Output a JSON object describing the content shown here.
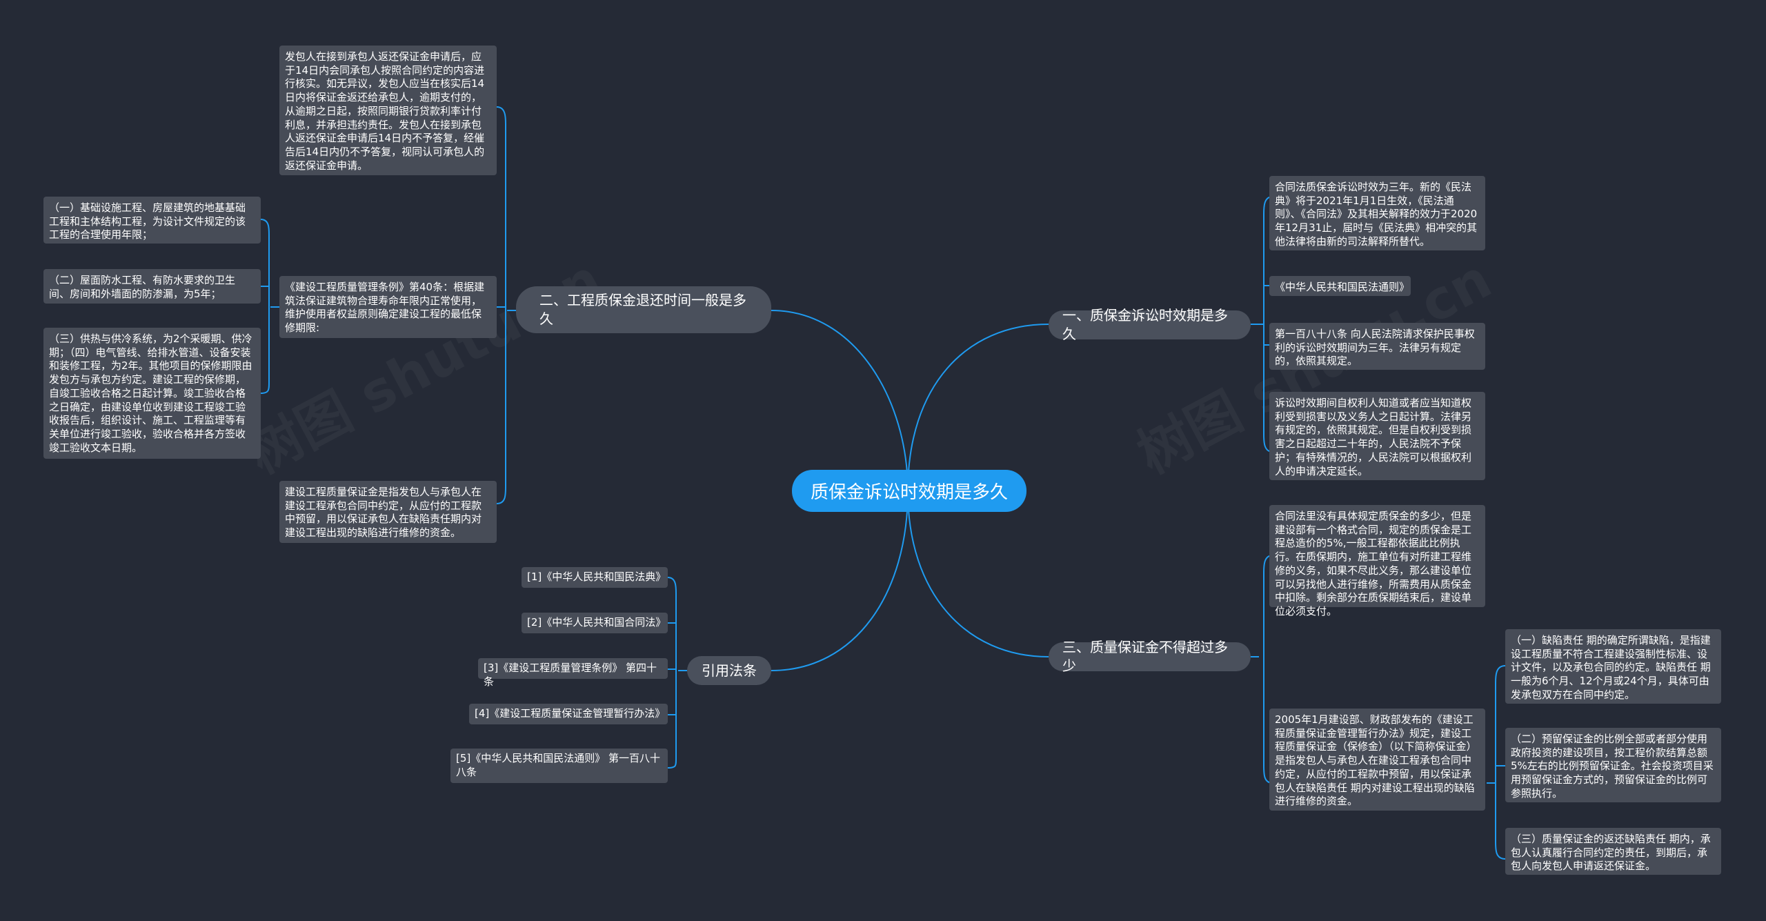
{
  "root": {
    "label": "质保金诉讼时效期是多久"
  },
  "branches": {
    "b1": {
      "label": "一、质保金诉讼时效期是多久",
      "items": [
        "合同法质保金诉讼时效为三年。新的《民法典》将于2021年1月1日生效，《民法通则》、《合同法》及其相关解释的效力于2020年12月31止，届时与《民法典》相冲突的其他法律将由新的司法解释所替代。",
        "《中华人民共和国民法通则》",
        "第一百八十八条 向人民法院请求保护民事权利的诉讼时效期间为三年。法律另有规定的，依照其规定。",
        "诉讼时效期间自权利人知道或者应当知道权利受到损害以及义务人之日起计算。法律另有规定的，依照其规定。但是自权利受到损害之日起超过二十年的，人民法院不予保护；有特殊情况的，人民法院可以根据权利人的申请决定延长。"
      ]
    },
    "b2": {
      "label": "二、工程质保金退还时间一般是多久",
      "items": [
        "发包人在接到承包人返还保证金申请后，应于14日内会同承包人按照合同约定的内容进行核实。如无异议，发包人应当在核实后14日内将保证金返还给承包人，逾期支付的，从逾期之日起，按照同期银行贷款利率计付利息，并承担违约责任。发包人在接到承包人返还保证金申请后14日内不予答复，经催告后14日内仍不予答复，视同认可承包人的返还保证金申请。",
        "《建设工程质量管理条例》第40条：根据建筑法保证建筑物合理寿命年限内正常使用，维护使用者权益原则确定建设工程的最低保修期限:",
        "建设工程质量保证金是指发包人与承包人在建设工程承包合同中约定，从应付的工程款中预留，用以保证承包人在缺陷责任期内对建设工程出现的缺陷进行维修的资金。"
      ],
      "sub_items": [
        "（一）基础设施工程、房屋建筑的地基基础工程和主体结构工程，为设计文件规定的该工程的合理使用年限；",
        "（二）屋面防水工程、有防水要求的卫生间、房间和外墙面的防渗漏，为5年；",
        "（三）供热与供冷系统，为2个采暖期、供冷期；（四）电气管线、给排水管道、设备安装和装修工程，为2年。其他项目的保修期限由发包方与承包方约定。建设工程的保修期，自竣工验收合格之日起计算。竣工验收合格之日确定，由建设单位收到建设工程竣工验收报告后，组织设计、施工、工程监理等有关单位进行竣工验收，验收合格并各方签收竣工验收文本日期。"
      ]
    },
    "b3": {
      "label": "三、质量保证金不得超过多少",
      "items": [
        "合同法里没有具体规定质保金的多少，但是建设部有一个格式合同，规定的质保金是工程总造价的5%,一般工程都依据此比例执行。在质保期内，施工单位有对所建工程维修的义务，如果不尽此义务，那么建设单位可以另找他人进行维修，所需费用从质保金中扣除。剩余部分在质保期结束后，建设单位必须支付。",
        "2005年1月建设部、财政部发布的《建设工程质量保证金管理暂行办法》规定，建设工程质量保证金（保修金）（以下简称保证金）是指发包人与承包人在建设工程承包合同中约定，从应付的工程款中预留，用以保证承包人在缺陷责任 期内对建设工程出现的缺陷进行维修的资金。"
      ],
      "sub_items": [
        "（一）缺陷责任 期的确定所谓缺陷，是指建设工程质量不符合工程建设强制性标准、设计文件，以及承包合同的约定。缺陷责任 期一般为6个月、12个月或24个月，具体可由发承包双方在合同中约定。",
        "（二）预留保证金的比例全部或者部分使用政府投资的建设项目，按工程价款结算总额5%左右的比例预留保证金。社会投资项目采用预留保证金方式的，预留保证金的比例可参照执行。",
        "（三）质量保证金的返还缺陷责任 期内，承包人认真履行合同约定的责任，到期后，承包人向发包人申请返还保证金。"
      ]
    },
    "b4": {
      "label": "引用法条",
      "items": [
        "[1]《中华人民共和国民法典》",
        "[2]《中华人民共和国合同法》",
        "[3]《建设工程质量管理条例》 第四十条",
        "[4]《建设工程质量保证金管理暂行办法》",
        "[5]《中华人民共和国民法通则》 第一百八十八条"
      ]
    }
  },
  "colors": {
    "background": "#252a36",
    "root": "#1f9bf0",
    "branch": "#4a505c",
    "leaf": "#474c57",
    "link": "#1f9bf0",
    "text": "#ffffff"
  },
  "watermark": "树图 shutu.cn"
}
